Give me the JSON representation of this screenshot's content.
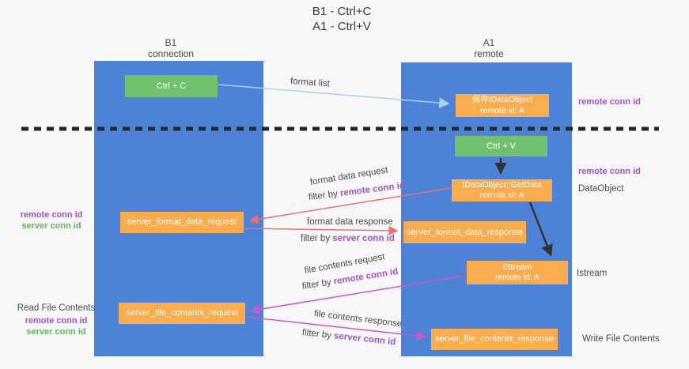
{
  "title": {
    "line1": "B1 - Ctrl+C",
    "line2": "A1 - Ctrl+V"
  },
  "lanes": {
    "left": {
      "header_line1": "B1",
      "header_line2": "connection"
    },
    "right": {
      "header_line1": "A1",
      "header_line2": "remote"
    }
  },
  "nodes": {
    "ctrl_c": {
      "label": "Ctrl + C"
    },
    "save_dataobject": {
      "line1": "保存IDataObject",
      "line2": "remote id: A"
    },
    "ctrl_v": {
      "label": "Ctrl + V"
    },
    "getdata": {
      "line1": "IDataObject::GetData",
      "line2": "remote id: A"
    },
    "format_request": {
      "label": "server_format_data_request"
    },
    "format_response": {
      "label": "server_format_data_response"
    },
    "istream": {
      "line1": "IStream",
      "line2": "remote id: A"
    },
    "file_request": {
      "label": "server_file_contents_request"
    },
    "file_response": {
      "label": "server_file_contents_response"
    }
  },
  "arrow_labels": {
    "format_list": "format list",
    "format_data_request": "format data request",
    "format_data_response": "format data response",
    "file_contents_request": "file contents request",
    "file_contents_response": "file contents response",
    "filter_by": "filter by ",
    "remote_conn_id": "remote conn id",
    "server_conn_id": "server conn id"
  },
  "side_labels": {
    "right_remote_conn_id_top": "remote conn id",
    "right_remote_conn_id_mid": "remote conn id",
    "right_dataobject": "DataObject",
    "right_istream": "Istream",
    "right_write_file": "Write File Contents",
    "left_remote_conn_id_mid": "remote conn id",
    "left_server_conn_id_mid": "server conn id",
    "left_read_file": "Read File Contents",
    "left_remote_conn_id_bottom": "remote conn id",
    "left_server_conn_id_bottom": "server conn id"
  },
  "colors": {
    "lane_blue": "#4e82d7",
    "node_orange": "#f9ad4e",
    "node_green": "#71c070",
    "arrow_red": "#e8716f",
    "arrow_magenta": "#ce57c7",
    "arrow_light_blue": "#a8d4f2",
    "arrow_black": "#333333",
    "divider_black": "#282828",
    "text_purple": "#a352c5",
    "text_green": "#5cb85c",
    "text_dark": "#4a4a4a"
  }
}
